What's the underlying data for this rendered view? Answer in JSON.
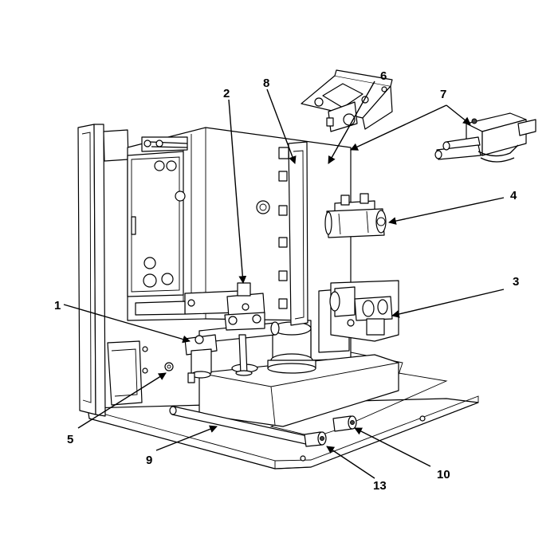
{
  "figure": {
    "callouts": [
      {
        "id": "1",
        "label": "1"
      },
      {
        "id": "2",
        "label": "2"
      },
      {
        "id": "3",
        "label": "3"
      },
      {
        "id": "4",
        "label": "4"
      },
      {
        "id": "5",
        "label": "5"
      },
      {
        "id": "6",
        "label": "6"
      },
      {
        "id": "7",
        "label": "7"
      },
      {
        "id": "8",
        "label": "8"
      },
      {
        "id": "9",
        "label": "9"
      },
      {
        "id": "10",
        "label": "10"
      },
      {
        "id": "13",
        "label": "13"
      }
    ]
  },
  "colors": {
    "line": "#000000",
    "background": "#ffffff",
    "shade": "#d9d9d9"
  }
}
